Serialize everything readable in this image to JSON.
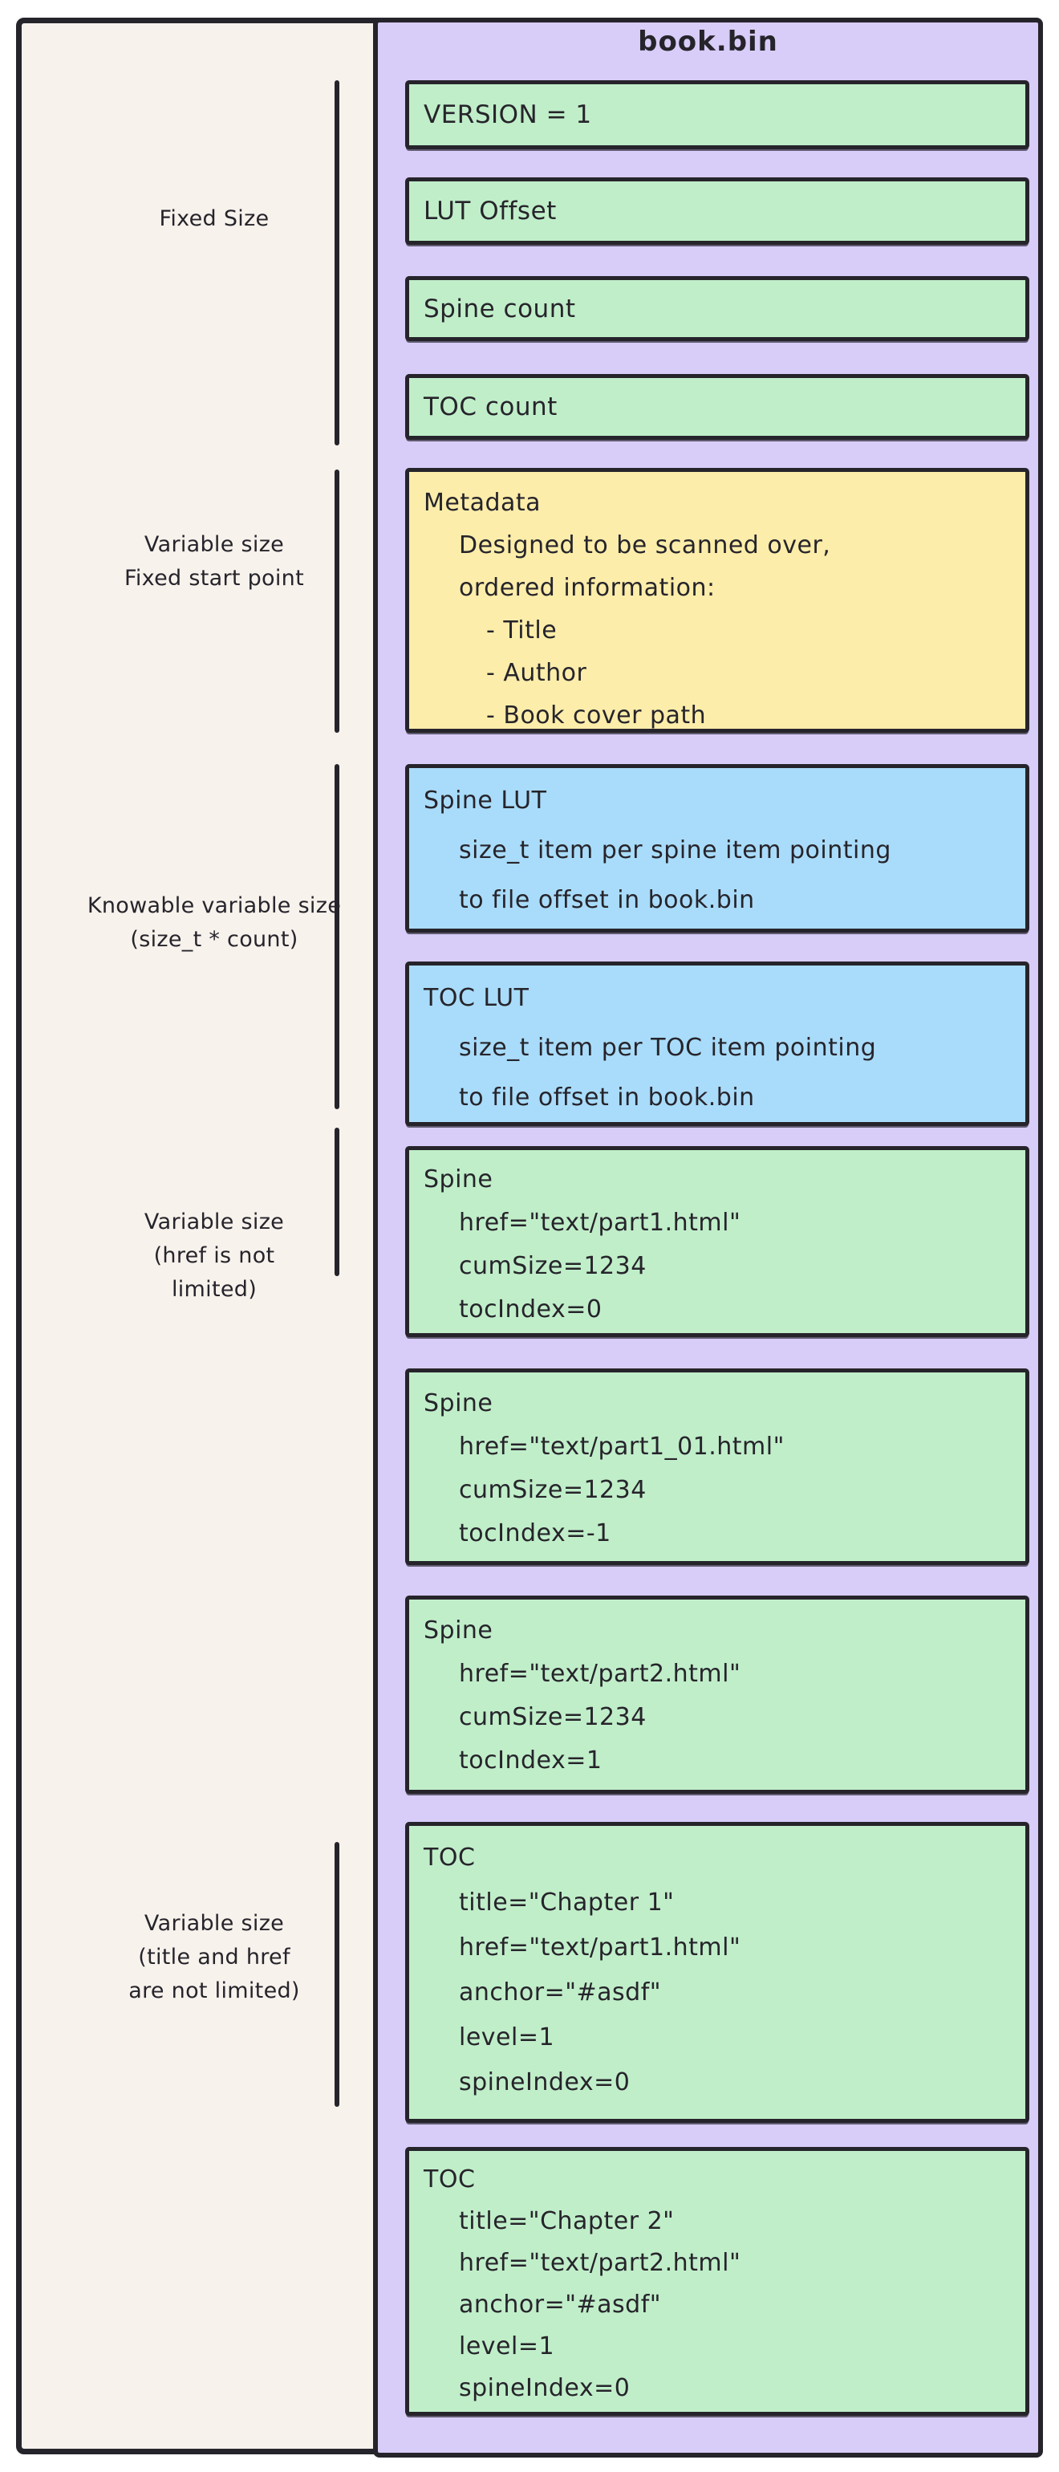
{
  "diagram": {
    "title": "book.bin",
    "side_labels": [
      {
        "lines": [
          "Fixed Size"
        ]
      },
      {
        "lines": [
          "Variable size",
          "Fixed start point"
        ]
      },
      {
        "lines": [
          "Knowable variable size",
          "(size_t * count)"
        ]
      },
      {
        "lines": [
          "Variable size",
          "(href is not",
          "limited)"
        ]
      },
      {
        "lines": [
          "Variable size",
          "(title and href",
          "are not limited)"
        ]
      }
    ],
    "blocks": [
      {
        "name": "version",
        "color": "green",
        "lines": [
          "VERSION = 1"
        ]
      },
      {
        "name": "lut-offset",
        "color": "green",
        "lines": [
          "LUT Offset"
        ]
      },
      {
        "name": "spine-count",
        "color": "green",
        "lines": [
          "Spine count"
        ]
      },
      {
        "name": "toc-count",
        "color": "green",
        "lines": [
          "TOC count"
        ]
      },
      {
        "name": "metadata",
        "color": "yellow",
        "lines": [
          "Metadata",
          "Designed to be scanned over,",
          "ordered information:",
          "- Title",
          "- Author",
          "- Book cover path"
        ]
      },
      {
        "name": "spine-lut",
        "color": "blue",
        "lines": [
          "Spine LUT",
          "size_t item per spine item pointing",
          "to file offset in book.bin"
        ]
      },
      {
        "name": "toc-lut",
        "color": "blue",
        "lines": [
          "TOC LUT",
          "size_t item per TOC item pointing",
          "to file offset in book.bin"
        ]
      },
      {
        "name": "spine-1",
        "color": "green",
        "lines": [
          "Spine",
          "href=\"text/part1.html\"",
          "cumSize=1234",
          "tocIndex=0"
        ]
      },
      {
        "name": "spine-2",
        "color": "green",
        "lines": [
          "Spine",
          "href=\"text/part1_01.html\"",
          "cumSize=1234",
          "tocIndex=-1"
        ]
      },
      {
        "name": "spine-3",
        "color": "green",
        "lines": [
          "Spine",
          "href=\"text/part2.html\"",
          "cumSize=1234",
          "tocIndex=1"
        ]
      },
      {
        "name": "toc-1",
        "color": "green",
        "lines": [
          "TOC",
          "title=\"Chapter 1\"",
          "href=\"text/part1.html\"",
          "anchor=\"#asdf\"",
          "level=1",
          "spineIndex=0"
        ]
      },
      {
        "name": "toc-2",
        "color": "green",
        "lines": [
          "TOC",
          "title=\"Chapter 2\"",
          "href=\"text/part2.html\"",
          "anchor=\"#asdf\"",
          "level=1",
          "spineIndex=0"
        ]
      }
    ]
  },
  "colors": {
    "canvas_cream": "#f7f2ec",
    "container_purple": "#d8ccf8",
    "field_green": "#c0eec9",
    "metadata_yellow": "#fcedaa",
    "lut_blue": "#a9dcfa",
    "ink": "#26242b"
  }
}
